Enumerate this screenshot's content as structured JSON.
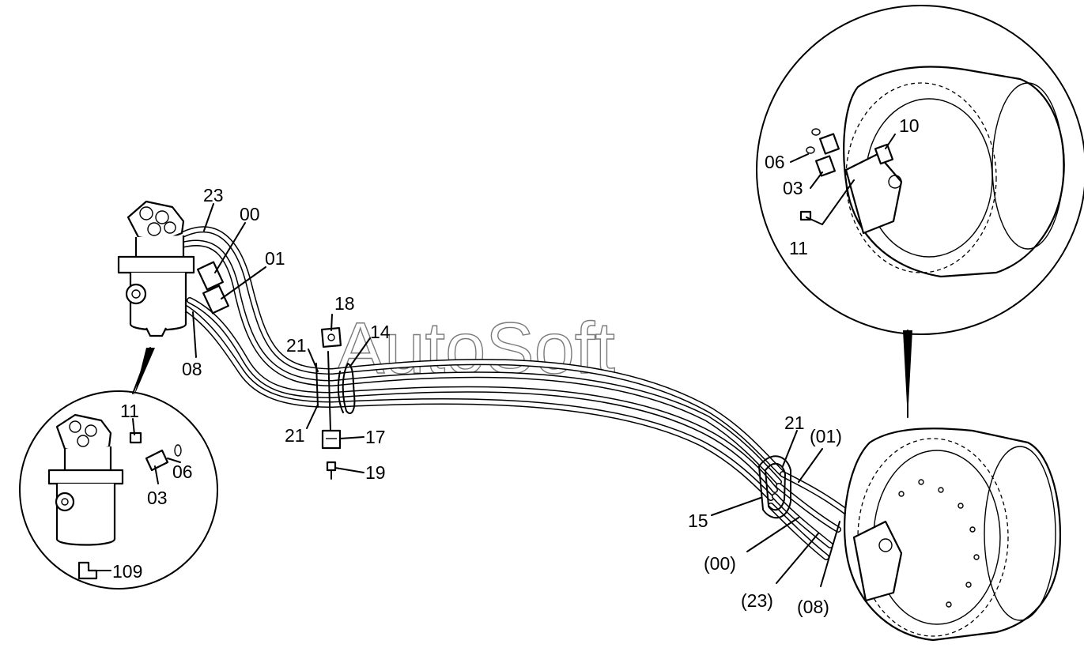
{
  "watermark": "AutoSoft",
  "labels": {
    "top_23": "23",
    "top_00": "00",
    "top_01": "01",
    "left_08": "08",
    "clamp_18": "18",
    "clamp_21_top": "21",
    "clamp_14": "14",
    "clamp_21_bottom": "21",
    "clamp_17": "17",
    "clamp_19": "19",
    "inset_left_11": "11",
    "inset_left_06": "06",
    "inset_left_03": "03",
    "inset_left_109": "109",
    "inset_right_10": "10",
    "inset_right_06": "06",
    "inset_right_03": "03",
    "inset_right_11": "11",
    "motor_21": "21",
    "motor_01": "(01)",
    "motor_15": "15",
    "motor_00": "(00)",
    "motor_23": "(23)",
    "motor_08": "(08)"
  }
}
